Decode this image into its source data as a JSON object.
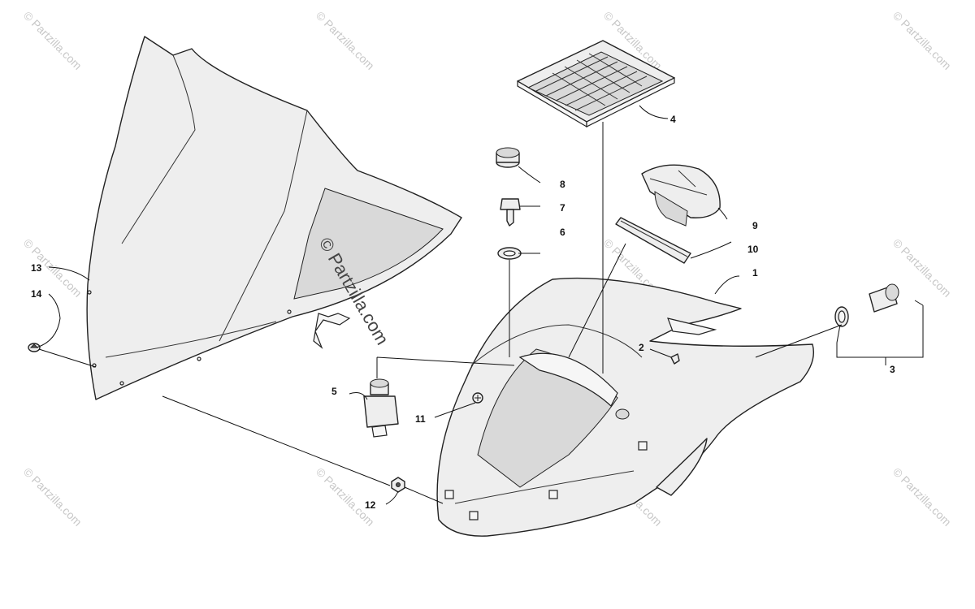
{
  "watermark": {
    "small_text": "© Partzilla.com",
    "big_text": "© Partzilla.com"
  },
  "callouts": [
    {
      "id": "1",
      "label": "1"
    },
    {
      "id": "2",
      "label": "2"
    },
    {
      "id": "3",
      "label": "3"
    },
    {
      "id": "4",
      "label": "4"
    },
    {
      "id": "5",
      "label": "5"
    },
    {
      "id": "6",
      "label": "6"
    },
    {
      "id": "7",
      "label": "7"
    },
    {
      "id": "8",
      "label": "8"
    },
    {
      "id": "9",
      "label": "9"
    },
    {
      "id": "10",
      "label": "10"
    },
    {
      "id": "11",
      "label": "11"
    },
    {
      "id": "12",
      "label": "12"
    },
    {
      "id": "13",
      "label": "13"
    },
    {
      "id": "14",
      "label": "14"
    }
  ]
}
